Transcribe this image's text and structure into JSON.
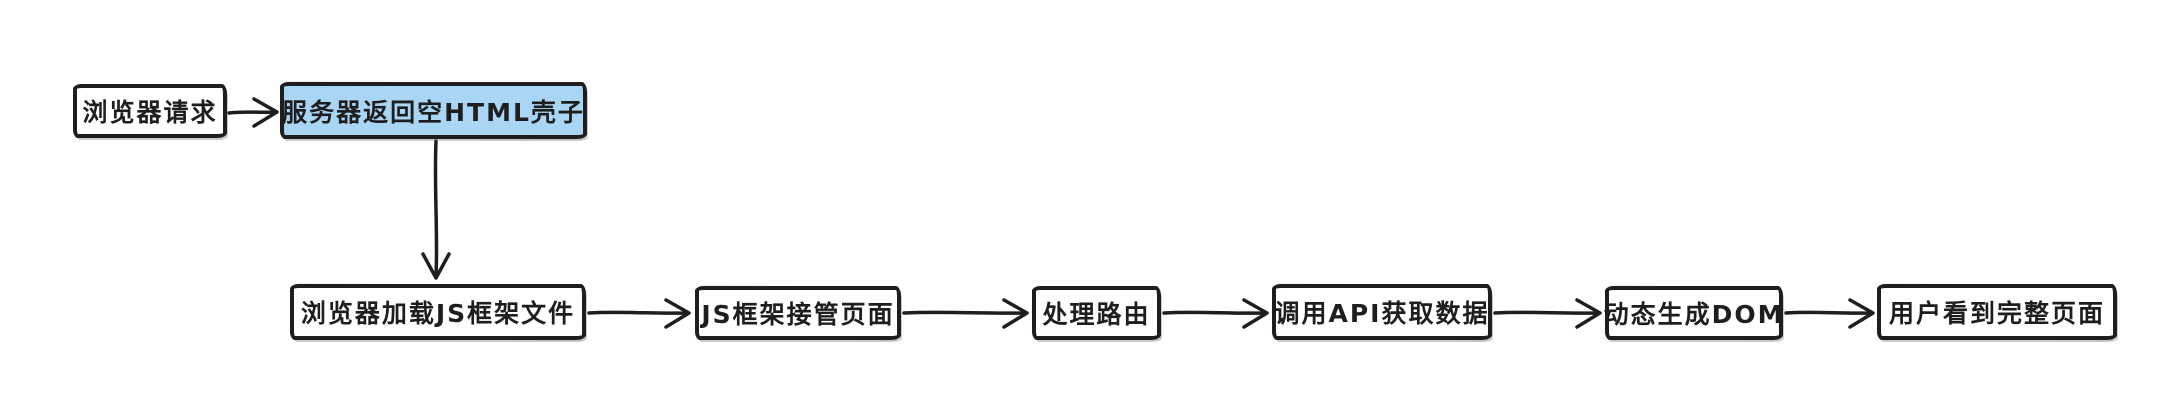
{
  "diagram": {
    "description_type": "flowchart",
    "nodes": [
      {
        "id": "n1",
        "label": "浏览器请求",
        "highlighted": false
      },
      {
        "id": "n2",
        "label": "服务器返回空HTML壳子",
        "highlighted": true
      },
      {
        "id": "n3",
        "label": "浏览器加载JS框架文件",
        "highlighted": false
      },
      {
        "id": "n4",
        "label": "JS框架接管页面",
        "highlighted": false
      },
      {
        "id": "n5",
        "label": "处理路由",
        "highlighted": false
      },
      {
        "id": "n6",
        "label": "调用API获取数据",
        "highlighted": false
      },
      {
        "id": "n7",
        "label": "动态生成DOM",
        "highlighted": false
      },
      {
        "id": "n8",
        "label": "用户看到完整页面",
        "highlighted": false
      }
    ],
    "edges": [
      {
        "from": "浏览器请求",
        "to": "服务器返回空HTML壳子",
        "direction": "right"
      },
      {
        "from": "服务器返回空HTML壳子",
        "to": "浏览器加载JS框架文件",
        "direction": "down"
      },
      {
        "from": "浏览器加载JS框架文件",
        "to": "JS框架接管页面",
        "direction": "right"
      },
      {
        "from": "JS框架接管页面",
        "to": "处理路由",
        "direction": "right"
      },
      {
        "from": "处理路由",
        "to": "调用API获取数据",
        "direction": "right"
      },
      {
        "from": "调用API获取数据",
        "to": "动态生成DOM",
        "direction": "right"
      },
      {
        "from": "动态生成DOM",
        "to": "用户看到完整页面",
        "direction": "right"
      }
    ],
    "colors": {
      "stroke": "#1e1e1e",
      "node_fill": "#ffffff",
      "highlight_fill": "#a9d6f5",
      "background": "#ffffff",
      "text": "#1e1e1e"
    }
  }
}
